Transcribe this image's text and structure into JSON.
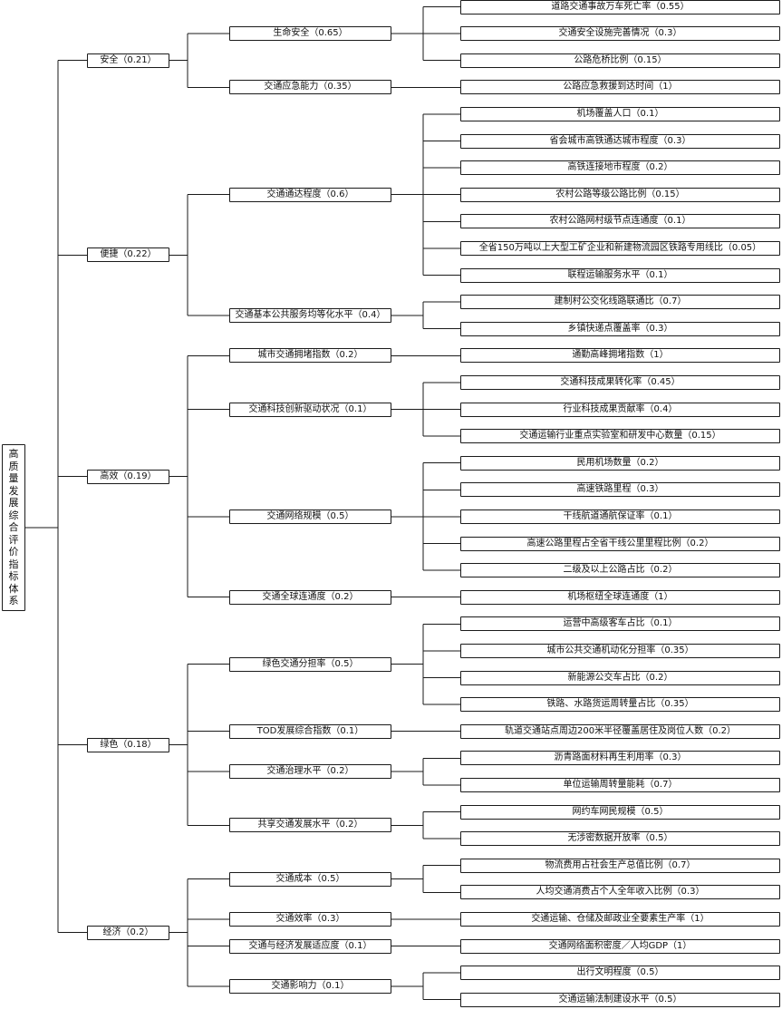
{
  "root": "高质量发展综合评价指标体系",
  "categories": [
    {
      "label": "安全（0.21）",
      "subs": [
        {
          "label": "生命安全（0.65）",
          "leaves": [
            "道路交通事故万车死亡率（0.55）",
            "交通安全设施完善情况（0.3）",
            "公路危桥比例（0.15）"
          ]
        },
        {
          "label": "交通应急能力（0.35）",
          "leaves": [
            "公路应急救援到达时间（1）"
          ]
        }
      ]
    },
    {
      "label": "便捷（0.22）",
      "subs": [
        {
          "label": "交通通达程度（0.6）",
          "leaves": [
            "机场覆盖人口（0.1）",
            "省会城市高铁通达城市程度（0.3）",
            "高铁连接地市程度（0.2）",
            "农村公路等级公路比例（0.15）",
            "农村公路网村级节点连通度（0.1）",
            "全省150万吨以上大型工矿企业和新建物流园区铁路专用线比（0.05）",
            "联程运输服务水平（0.1）"
          ]
        },
        {
          "label": "交通基本公共服务均等化水平（0.4）",
          "leaves": [
            "建制村公交化线路联通比（0.7）",
            "乡镇快递点覆盖率（0.3）"
          ]
        }
      ]
    },
    {
      "label": "高效（0.19）",
      "subs": [
        {
          "label": "城市交通拥堵指数（0.2）",
          "leaves": [
            "通勤高峰拥堵指数（1）"
          ]
        },
        {
          "label": "交通科技创新驱动状况（0.1）",
          "leaves": [
            "交通科技成果转化率（0.45）",
            "行业科技成果贡献率（0.4）",
            "交通运输行业重点实验室和研发中心数量（0.15）"
          ]
        },
        {
          "label": "交通网络规模（0.5）",
          "leaves": [
            "民用机场数量（0.2）",
            "高速铁路里程（0.3）",
            "干线航道通航保证率（0.1）",
            "高速公路里程占全省干线公里里程比例（0.2）",
            "二级及以上公路占比（0.2）"
          ]
        },
        {
          "label": "交通全球连通度（0.2）",
          "leaves": [
            "机场枢纽全球连通度（1）"
          ]
        }
      ]
    },
    {
      "label": "绿色（0.18）",
      "subs": [
        {
          "label": "绿色交通分担率（0.5）",
          "leaves": [
            "运营中高级客车占比（0.1）",
            "城市公共交通机动化分担率（0.35）",
            "新能源公交车占比（0.2）",
            "铁路、水路货运周转量占比（0.35）"
          ]
        },
        {
          "label": "TOD发展综合指数（0.1）",
          "leaves": [
            "轨道交通站点周边200米半径覆盖居住及岗位人数（0.2）"
          ]
        },
        {
          "label": "交通治理水平（0.2）",
          "leaves": [
            "沥青路面材料再生利用率（0.3）",
            "单位运输周转量能耗（0.7）"
          ]
        },
        {
          "label": "共享交通发展水平（0.2）",
          "leaves": [
            "网约车网民规模（0.5）",
            "无涉密数据开放率（0.5）"
          ]
        }
      ]
    },
    {
      "label": "经济（0.2）",
      "subs": [
        {
          "label": "交通成本（0.5）",
          "leaves": [
            "物流费用占社会生产总值比例（0.7）",
            "人均交通消费占个人全年收入比例（0.3）"
          ]
        },
        {
          "label": "交通效率（0.3）",
          "leaves": [
            "交通运输、仓储及邮政业全要素生产率（1）"
          ]
        },
        {
          "label": "交通与经济发展适应度（0.1）",
          "leaves": [
            "交通网络面积密度／人均GDP（1）"
          ]
        },
        {
          "label": "交通影响力（0.1）",
          "leaves": [
            "出行文明程度（0.5）",
            "交通运输法制建设水平（0.5）"
          ]
        }
      ]
    }
  ]
}
